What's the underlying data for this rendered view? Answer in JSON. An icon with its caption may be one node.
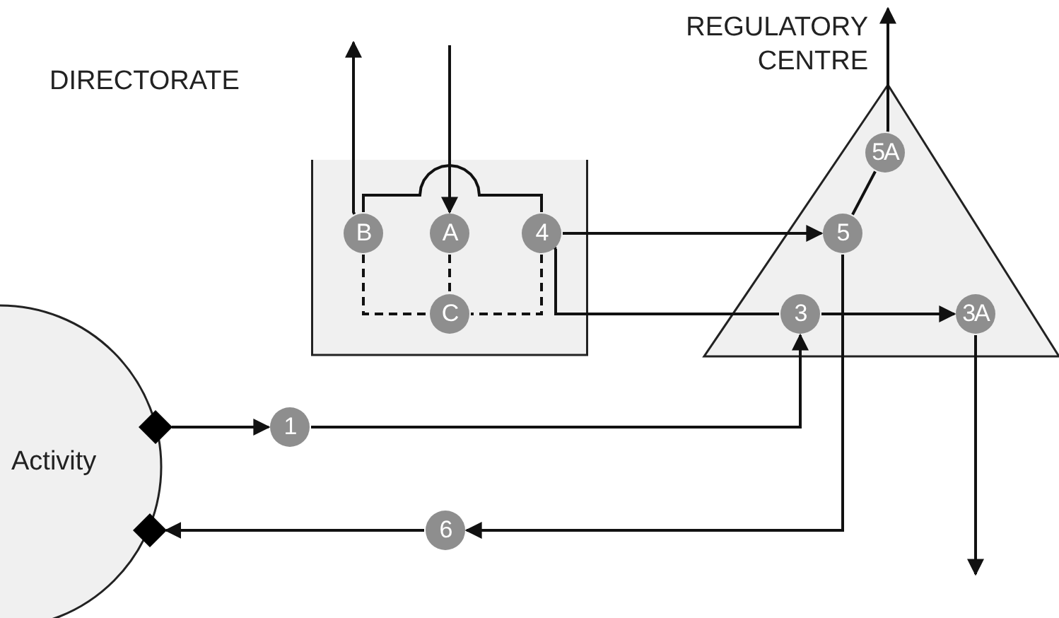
{
  "diagram": {
    "nodes": [
      {
        "text": [],
        "shape": "box"
      },
      {
        "text": [
          "REGULATORY CENTRE"
        ]
      },
      {
        "text": [
          "Activity"
        ]
      },
      {
        "text": [
          "B"
        ],
        "in": 0
      },
      {
        "text": [
          "A"
        ],
        "in": 0
      },
      {
        "text": [
          "4"
        ],
        "in": 0
      },
      {
        "text": [
          "C"
        ],
        "in": 0
      },
      {
        "text": [
          "5A"
        ],
        "in": 1
      },
      {
        "text": [
          "5"
        ],
        "in": 1
      },
      {
        "text": [
          "3"
        ],
        "in": 1
      },
      {
        "text": [
          "3A"
        ],
        "in": 1
      },
      {
        "text": [
          "1"
        ]
      },
      {
        "text": [
          "6"
        ]
      },
      {
        "text": [],
        "shape": "diamond"
      },
      {
        "text": [],
        "shape": "diamond"
      }
    ],
    "edges": [
      {
        "from": 3,
        "to": null,
        "arrow": "to"
      },
      {
        "from": null,
        "to": 4,
        "arrow": "to"
      },
      {
        "from": 3,
        "to": 5,
        "arrow": "none"
      },
      {
        "from": 3,
        "to": 6,
        "arrow": "none",
        "style": "dashed"
      },
      {
        "from": 4,
        "to": 6,
        "arrow": "none",
        "style": "dashed"
      },
      {
        "from": 5,
        "to": 6,
        "arrow": "none",
        "style": "dashed"
      },
      {
        "from": 5,
        "to": 8,
        "arrow": "to"
      },
      {
        "from": 9,
        "to": 5,
        "arrow": "to"
      },
      {
        "from": 9,
        "to": 10,
        "arrow": "to"
      },
      {
        "from": 8,
        "to": 7,
        "arrow": "none"
      },
      {
        "from": 7,
        "to": null,
        "arrow": "to"
      },
      {
        "from": 8,
        "to": 12,
        "arrow": "to"
      },
      {
        "from": 12,
        "to": 14,
        "arrow": "to"
      },
      {
        "from": 10,
        "to": null,
        "arrow": "to"
      },
      {
        "from": 13,
        "to": 11,
        "arrow": "to"
      },
      {
        "from": 11,
        "to": 9,
        "arrow": "to"
      }
    ],
    "labels": [
      "DIRECTORATE"
    ]
  }
}
